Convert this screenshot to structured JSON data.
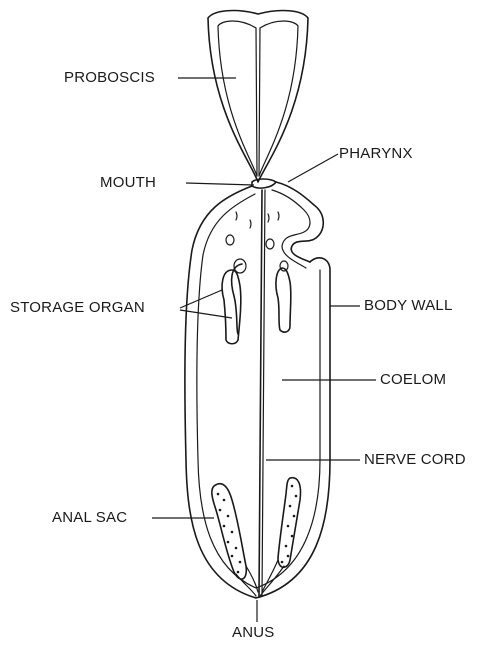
{
  "diagram": {
    "labels": {
      "proboscis": "PROBOSCIS",
      "mouth": "MOUTH",
      "pharynx": "PHARYNX",
      "storage_organ": "STORAGE ORGAN",
      "body_wall": "BODY WALL",
      "coelom": "COELOM",
      "nerve_cord": "NERVE CORD",
      "anal_sac": "ANAL SAC",
      "anus": "ANUS"
    }
  }
}
